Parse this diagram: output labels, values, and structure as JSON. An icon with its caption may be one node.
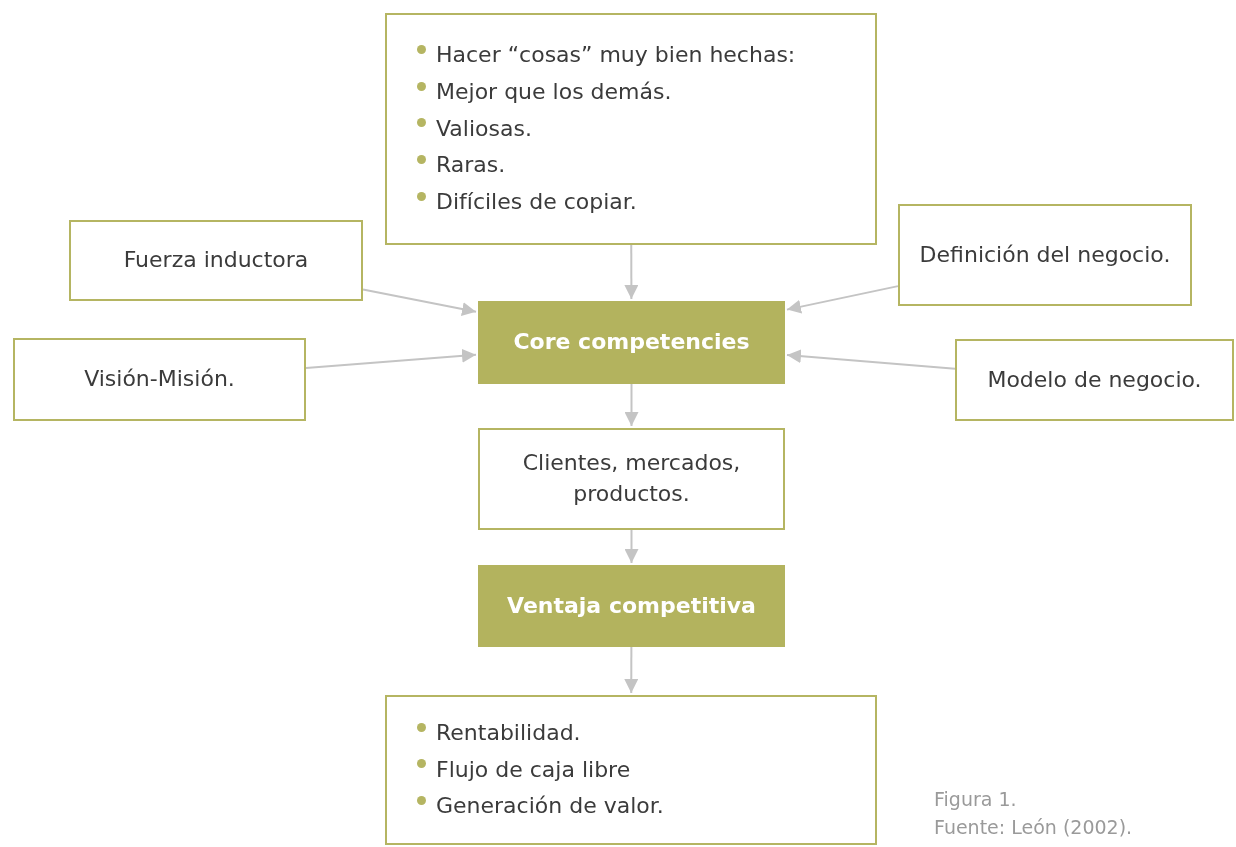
{
  "diagram": {
    "nodes": [
      {
        "text": [
          "Hacer “cosas” muy bien hechas:",
          "Mejor que los demás.",
          "Valiosas.",
          "Raras.",
          "Difíciles de copiar."
        ]
      },
      {
        "text": [
          "Fuerza inductora"
        ]
      },
      {
        "text": [
          "Definición del negocio."
        ]
      },
      {
        "text": [
          "Core competencies"
        ]
      },
      {
        "text": [
          "Visión-Misión."
        ]
      },
      {
        "text": [
          "Modelo de negocio."
        ]
      },
      {
        "text": [
          "Clientes, mercados, productos."
        ]
      },
      {
        "text": [
          "Ventaja competitiva"
        ]
      },
      {
        "text": [
          "Rentabilidad.",
          "Flujo de caja libre",
          "Generación de valor."
        ]
      }
    ],
    "edges": [
      {
        "from": 0,
        "to": 3,
        "arrow": "to"
      },
      {
        "from": 1,
        "to": 3,
        "arrow": "to"
      },
      {
        "from": 2,
        "to": 3,
        "arrow": "to"
      },
      {
        "from": 4,
        "to": 3,
        "arrow": "to"
      },
      {
        "from": 5,
        "to": 3,
        "arrow": "to"
      },
      {
        "from": 3,
        "to": 6,
        "arrow": "to"
      },
      {
        "from": 6,
        "to": 7,
        "arrow": "to"
      },
      {
        "from": 7,
        "to": 8,
        "arrow": "to"
      }
    ],
    "labels": [
      "Figura 1.",
      "Fuente: León (2002)."
    ]
  }
}
